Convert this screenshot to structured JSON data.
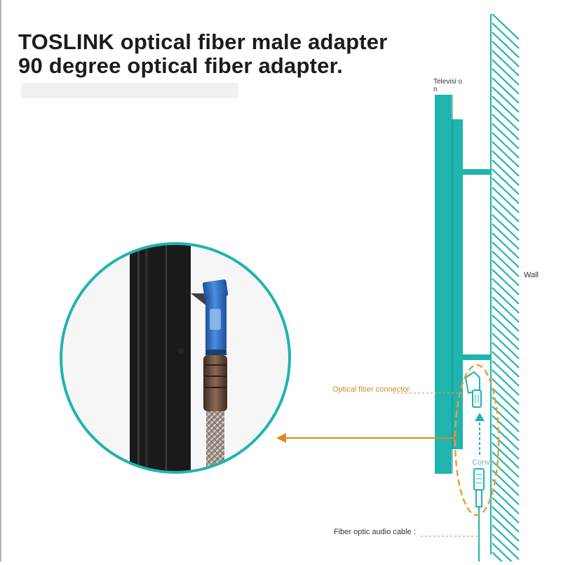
{
  "title": {
    "line1": "TOSLINK optical fiber male adapter",
    "line2": "90 degree optical fiber adapter."
  },
  "labels": {
    "television": "Televisi on",
    "wall": "Wall",
    "optical_fiber_connector": "Optical fiber connector",
    "converter": "Conve",
    "fiber_optic_audio_cable": "Fiber optic audio cable :"
  },
  "colors": {
    "teal": "#1fb4ae",
    "teal_dark": "#158e89",
    "orange_dashed": "#e0a23a",
    "arrow_orange": "#d9892a",
    "hatch": "#1fb4ae",
    "tv_frame": "#1a1a1a",
    "adapter_blue": "#2f6fc4",
    "plug_brown": "#6b4a3a"
  }
}
